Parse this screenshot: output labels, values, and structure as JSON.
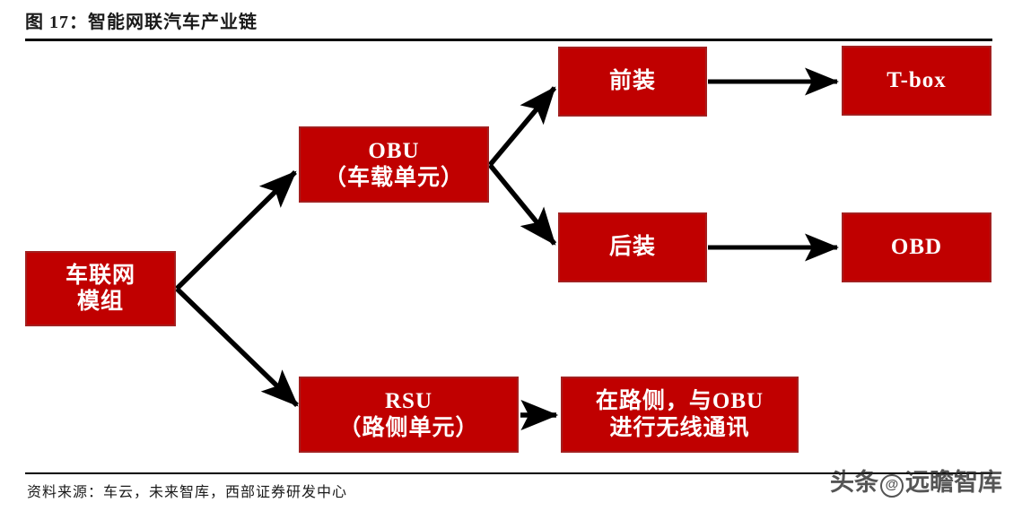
{
  "figure": {
    "title": "图 17：智能网联汽车产业链",
    "source": "资料来源：车云，未来智库，西部证券研发中心",
    "watermark_prefix": "头条",
    "watermark_at": "@",
    "watermark_suffix": "远瞻智库"
  },
  "theme": {
    "node_fill": "#c00000",
    "node_border": "#a32020",
    "node_text": "#ffffff",
    "arrow_color": "#000000",
    "rule_color": "#000000",
    "background": "#ffffff"
  },
  "nodes": {
    "module": {
      "line1": "车联网",
      "line2": "模组"
    },
    "obu": {
      "line1": "OBU",
      "line2": "（车载单元）"
    },
    "rsu": {
      "line1": "RSU",
      "line2": "（路侧单元）"
    },
    "front_install": {
      "line1": "前装"
    },
    "rear_install": {
      "line1": "后装"
    },
    "tbox": {
      "line1": "T-box"
    },
    "obd": {
      "line1": "OBD"
    },
    "roadside_note": {
      "line1": "在路侧，与OBU",
      "line2": "进行无线通讯"
    }
  },
  "edges": [
    {
      "from": "module",
      "to": "obu",
      "style": "arrow"
    },
    {
      "from": "module",
      "to": "rsu",
      "style": "arrow"
    },
    {
      "from": "obu",
      "to": "front_install",
      "style": "arrow"
    },
    {
      "from": "obu",
      "to": "rear_install",
      "style": "arrow"
    },
    {
      "from": "front_install",
      "to": "tbox",
      "style": "arrow"
    },
    {
      "from": "rear_install",
      "to": "obd",
      "style": "arrow"
    },
    {
      "from": "rsu",
      "to": "roadside_note",
      "style": "arrow"
    }
  ]
}
